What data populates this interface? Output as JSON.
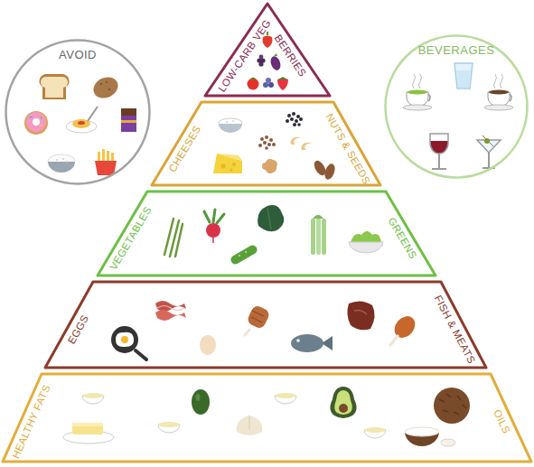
{
  "diagram": {
    "nodes": [
      {
        "text": [
          "AVOID"
        ]
      },
      {
        "text": [
          "LOW-CARB VEG",
          "BERRIES"
        ]
      },
      {
        "text": [
          "BEVERAGES"
        ]
      },
      {
        "text": [
          "CHEESES",
          "NUTS & SEEDS"
        ]
      },
      {
        "text": [
          "VEGETABLES",
          "GREENS"
        ]
      },
      {
        "text": [
          "EGGS",
          "FISH & MEATS"
        ]
      },
      {
        "text": [
          "HEALTHY FATS",
          "OILS"
        ]
      }
    ]
  }
}
